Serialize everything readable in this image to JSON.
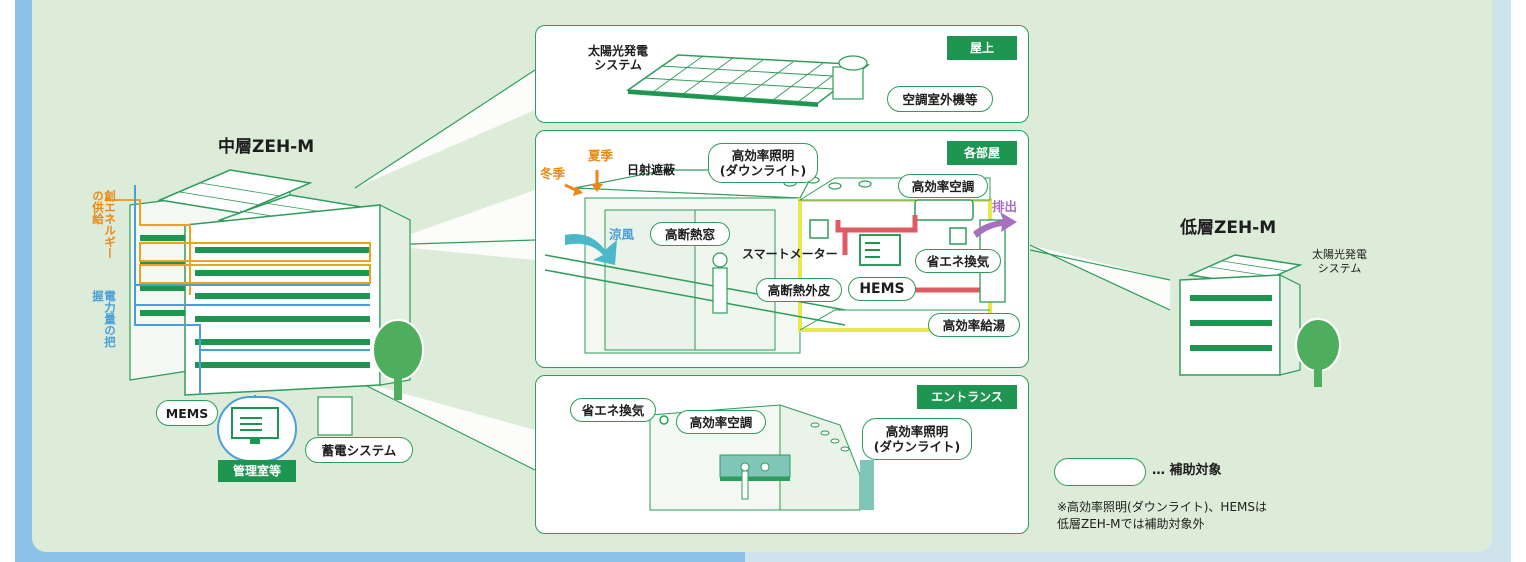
{
  "mid_building": {
    "title": "中層ZEH-M",
    "energy_supply_label": "創エネルギーの供給",
    "power_monitor_label": "電力量の把握",
    "mems_label": "MEMS",
    "storage_label": "蓄電システム",
    "management_label": "管理室等"
  },
  "rooftop": {
    "tag": "屋上",
    "solar_label": "太陽光発電\nシステム",
    "outdoor_unit_label": "空調室外機等"
  },
  "rooms": {
    "tag": "各部屋",
    "summer_label": "夏季",
    "winter_label": "冬季",
    "sunshade_label": "日射遮蔽",
    "lighting_label": "高効率照明\n(ダウンライト)",
    "aircon_label": "高効率空調",
    "exhaust_label": "排出",
    "breeze_label": "涼風",
    "window_label": "高断熱窓",
    "smart_meter_label": "スマートメーター",
    "ventilation_label": "省エネ換気",
    "envelope_label": "高断熱外皮",
    "hems_label": "HEMS",
    "water_heater_label": "高効率給湯"
  },
  "entrance": {
    "tag": "エントランス",
    "ventilation_label": "省エネ換気",
    "aircon_label": "高効率空調",
    "lighting_label": "高効率照明\n(ダウンライト)"
  },
  "low_building": {
    "title": "低層ZEH-M",
    "solar_label": "太陽光発電\nシステム"
  },
  "legend": {
    "label": "… 補助対象",
    "note": "※高効率照明(ダウンライト)、HEMSは\n低層ZEH-Mでは補助対象外"
  },
  "colors": {
    "green": "#1f9552",
    "orange": "#e8891a",
    "blue": "#4a9fd8",
    "red": "#e05a63",
    "purple": "#a76fc0",
    "yellow": "#e8e84a"
  }
}
